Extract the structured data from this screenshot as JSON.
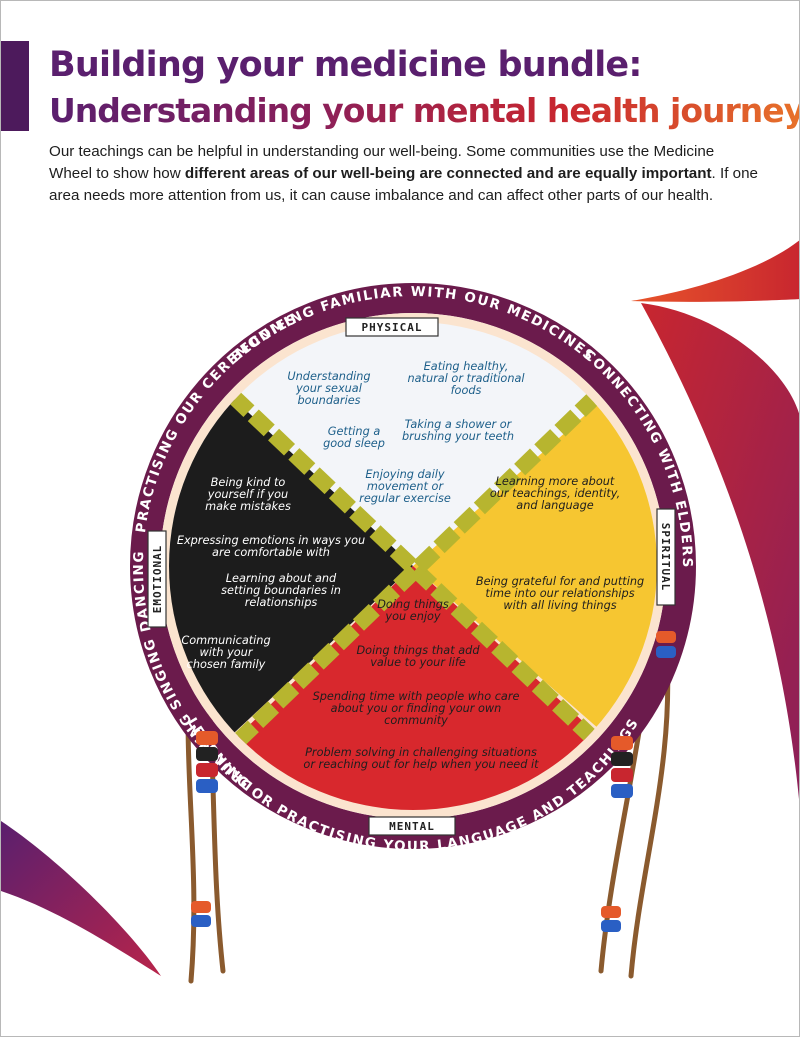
{
  "header": {
    "title_line1": "Building your medicine bundle:",
    "title_line2": "Understanding your mental health journey"
  },
  "intro": {
    "part1": "Our teachings can be helpful in understanding our well-being. Some communities use the Medicine Wheel to show how ",
    "bold1": "different areas of our well-being are connected and are equally important",
    "part2": ". If one area needs more attention from us, it can cause imbalance and can affect other parts of our health."
  },
  "colors": {
    "brand_purple": "#5a1f6e",
    "brand_red": "#c8262f",
    "brand_orange": "#e8732a",
    "ring": "#6b1b4c",
    "physical": "#f3f5f9",
    "spiritual": "#f6c631",
    "mental": "#d8282d",
    "emotional": "#1c1c1c",
    "braid": "#b7b52f"
  },
  "wheel": {
    "ring_top": "BECOMING FAMILIAR WITH OUR MEDICINES",
    "ring_right": "CONNECTING WITH ELDERS",
    "ring_bottom": "LEARNING OR PRACTISING YOUR LANGUAGE AND TEACHINGS",
    "ring_left": "DRUMMING SINGING DANCING",
    "ring_topleft": "PRACTISING OUR CEREMONIES",
    "quadrant_labels": {
      "physical": "PHYSICAL",
      "spiritual": "SPIRITUAL",
      "mental": "MENTAL",
      "emotional": "EMOTIONAL"
    },
    "physical": {
      "item1": "Understanding your sexual boundaries",
      "item2": "Eating healthy, natural or traditional foods",
      "item3": "Getting a good sleep",
      "item4": "Taking a shower or brushing your teeth",
      "item5": "Enjoying daily movement or regular exercise"
    },
    "emotional": {
      "item1": "Being kind to yourself if you make mistakes",
      "item2": "Expressing emotions in ways you are comfortable with",
      "item3": "Learning about and setting boundaries in relationships",
      "item4": "Communicating with your chosen family"
    },
    "spiritual": {
      "item1": "Learning more about our teachings, identity, and language",
      "item2": "Being grateful for and putting time into our relationships with all living things"
    },
    "mental": {
      "item1": "Doing things you enjoy",
      "item2": "Doing things that add value to your life",
      "item3": "Spending time with people who care about you or finding your own community",
      "item4": "Problem solving in challenging situations or reaching out for help when you need it"
    }
  }
}
